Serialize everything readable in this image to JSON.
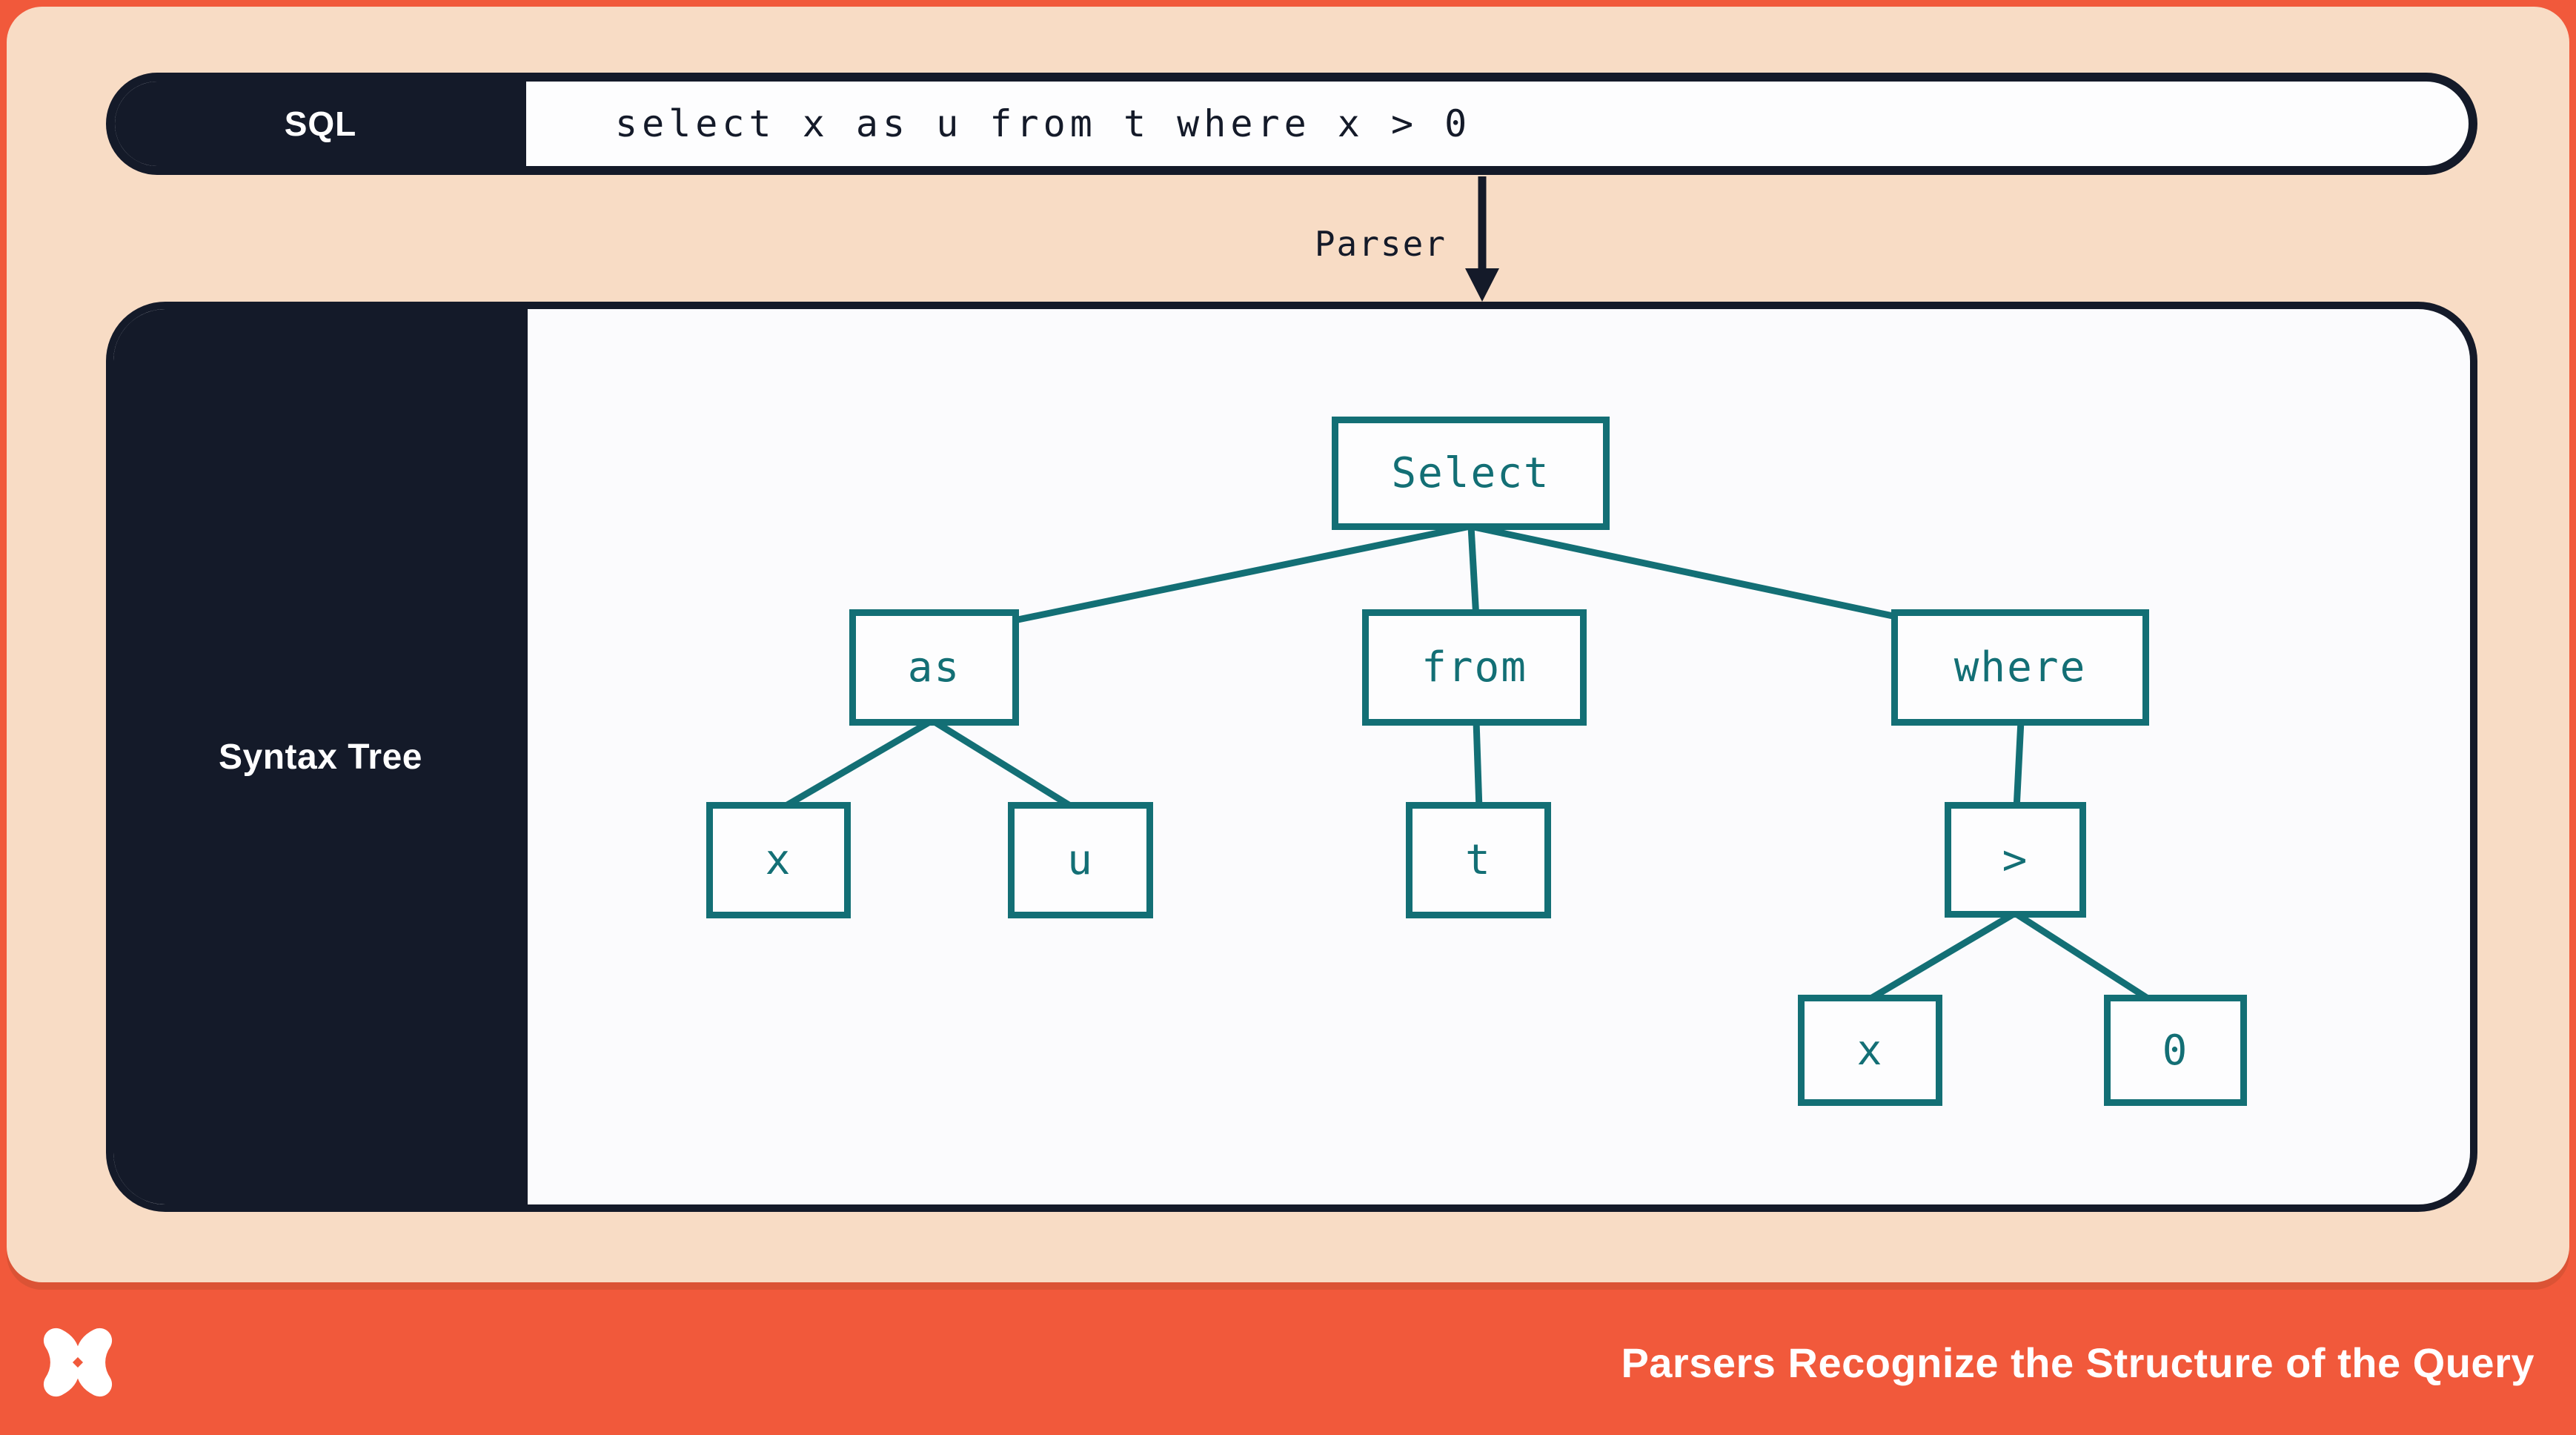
{
  "colors": {
    "frame_orange": "#f1593b",
    "peach": "#f8dcc5",
    "navy": "#141a29",
    "teal": "#136f75",
    "panel_white": "#fbfbfd"
  },
  "sql_bar": {
    "label": "SQL",
    "query": "select x as u from t where x > 0"
  },
  "parser": {
    "label": "Parser"
  },
  "panel": {
    "label": "Syntax Tree"
  },
  "tree": {
    "nodes": [
      {
        "id": "select",
        "label": "Select"
      },
      {
        "id": "as",
        "label": "as"
      },
      {
        "id": "from",
        "label": "from"
      },
      {
        "id": "where",
        "label": "where"
      },
      {
        "id": "x1",
        "label": "x"
      },
      {
        "id": "u",
        "label": "u"
      },
      {
        "id": "t",
        "label": "t"
      },
      {
        "id": "gt",
        "label": ">"
      },
      {
        "id": "x2",
        "label": "x"
      },
      {
        "id": "zero",
        "label": "0"
      }
    ]
  },
  "footer": {
    "logo": "pinwheel-star-logo",
    "title": "Parsers Recognize the Structure of the Query"
  }
}
